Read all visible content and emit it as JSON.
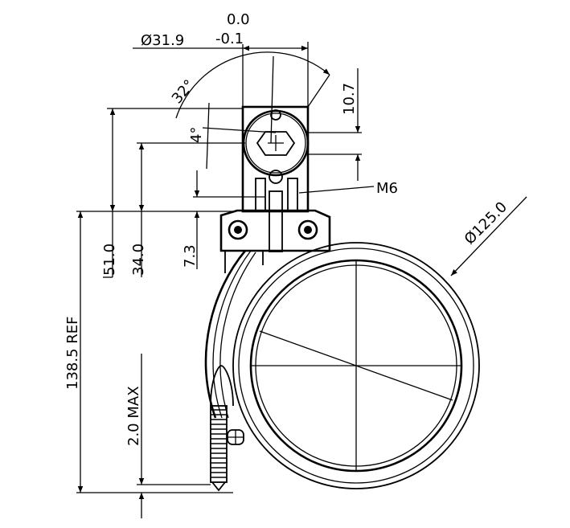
{
  "drawing": {
    "dimensions": {
      "diameter_mount": "Ø31.9",
      "tol_upper": "0.0",
      "tol_lower": "-0.1",
      "swivel_angle": "32°",
      "tilt_angle": "4°",
      "ball_height": "10.7",
      "thread": "M6",
      "wheel_diameter": "Ø125.0",
      "height_51": "51.0",
      "height_34": "34.0",
      "height_7": "7.3",
      "total_height": "138.5 REF",
      "brake_gap": "2.0 MAX"
    }
  }
}
